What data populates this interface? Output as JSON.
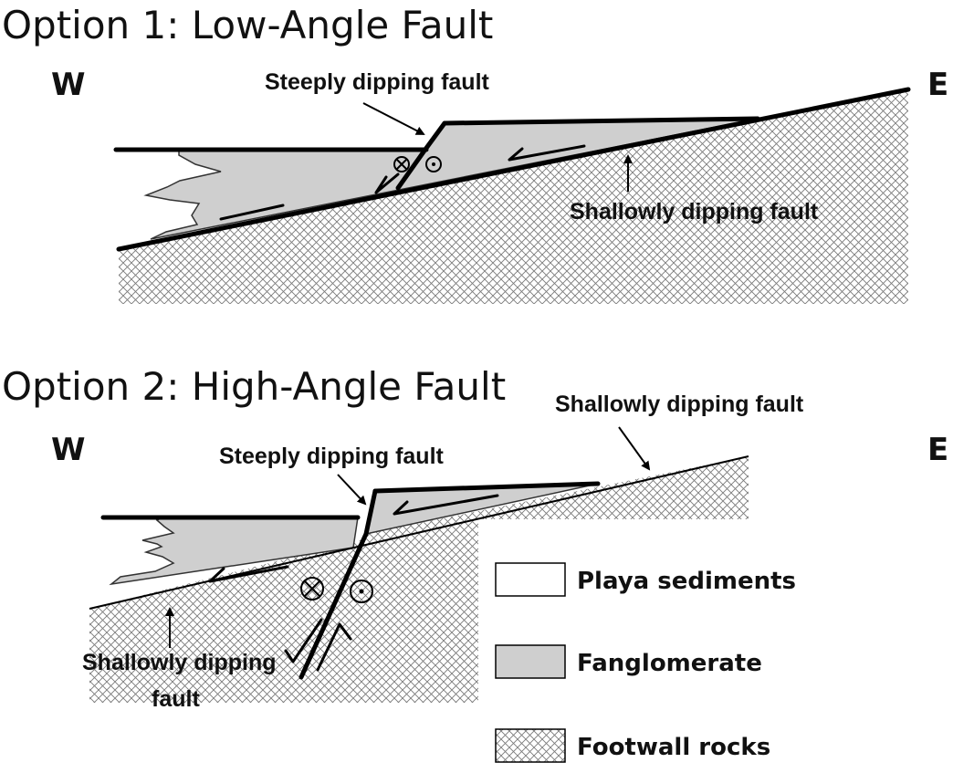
{
  "option1": {
    "title": "Option 1: Low-Angle Fault",
    "west": "W",
    "east": "E",
    "steep_label": "Steeply dipping fault",
    "shallow_label": "Shallowly dipping fault"
  },
  "option2": {
    "title": "Option 2: High-Angle Fault",
    "west": "W",
    "east": "E",
    "steep_label": "Steeply dipping fault",
    "shallow_label_top": "Shallowly dipping fault",
    "shallow_label_bottom_line1": "Shallowly dipping",
    "shallow_label_bottom_line2": "fault"
  },
  "legend": {
    "items": [
      {
        "label": "Playa sediments",
        "pattern": "white"
      },
      {
        "label": "Fanglomerate",
        "pattern": "gray"
      },
      {
        "label": "Footwall rocks",
        "pattern": "crosshatch"
      }
    ]
  },
  "colors": {
    "fanglomerate": "#cfcfcf",
    "hatch": "#7a7a7a",
    "line": "#000000"
  }
}
